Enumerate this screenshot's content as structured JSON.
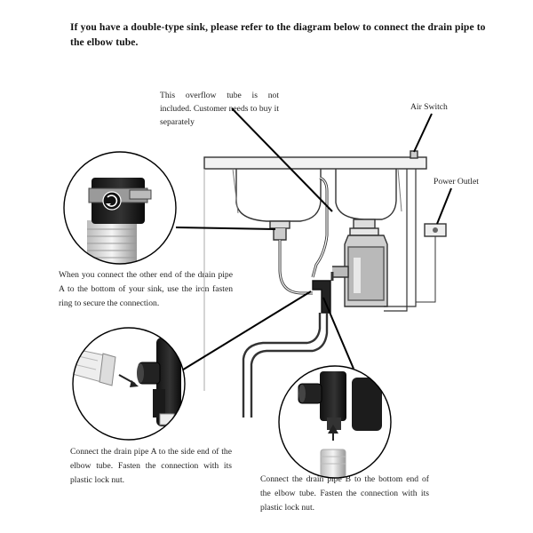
{
  "heading": "If you have a double-type sink, please refer to the diagram below to connect the drain pipe to the elbow tube.",
  "labels": {
    "overflow_note": "This overflow tube is not included. Customer needs to buy it separately",
    "air_switch": "Air Switch",
    "power_outlet": "Power Outlet"
  },
  "captions": {
    "fasten_ring": "When you connect the other end of the drain pipe A to the bottom of your sink, use the iron fasten ring to secure the connection.",
    "pipe_a": "Connect the drain pipe A to the side end of the elbow tube. Fasten the connection with its plastic lock nut.",
    "pipe_b": "Connect the drain pipe B to the bottom end of the elbow tube. Fasten the connection with its plastic lock nut."
  }
}
